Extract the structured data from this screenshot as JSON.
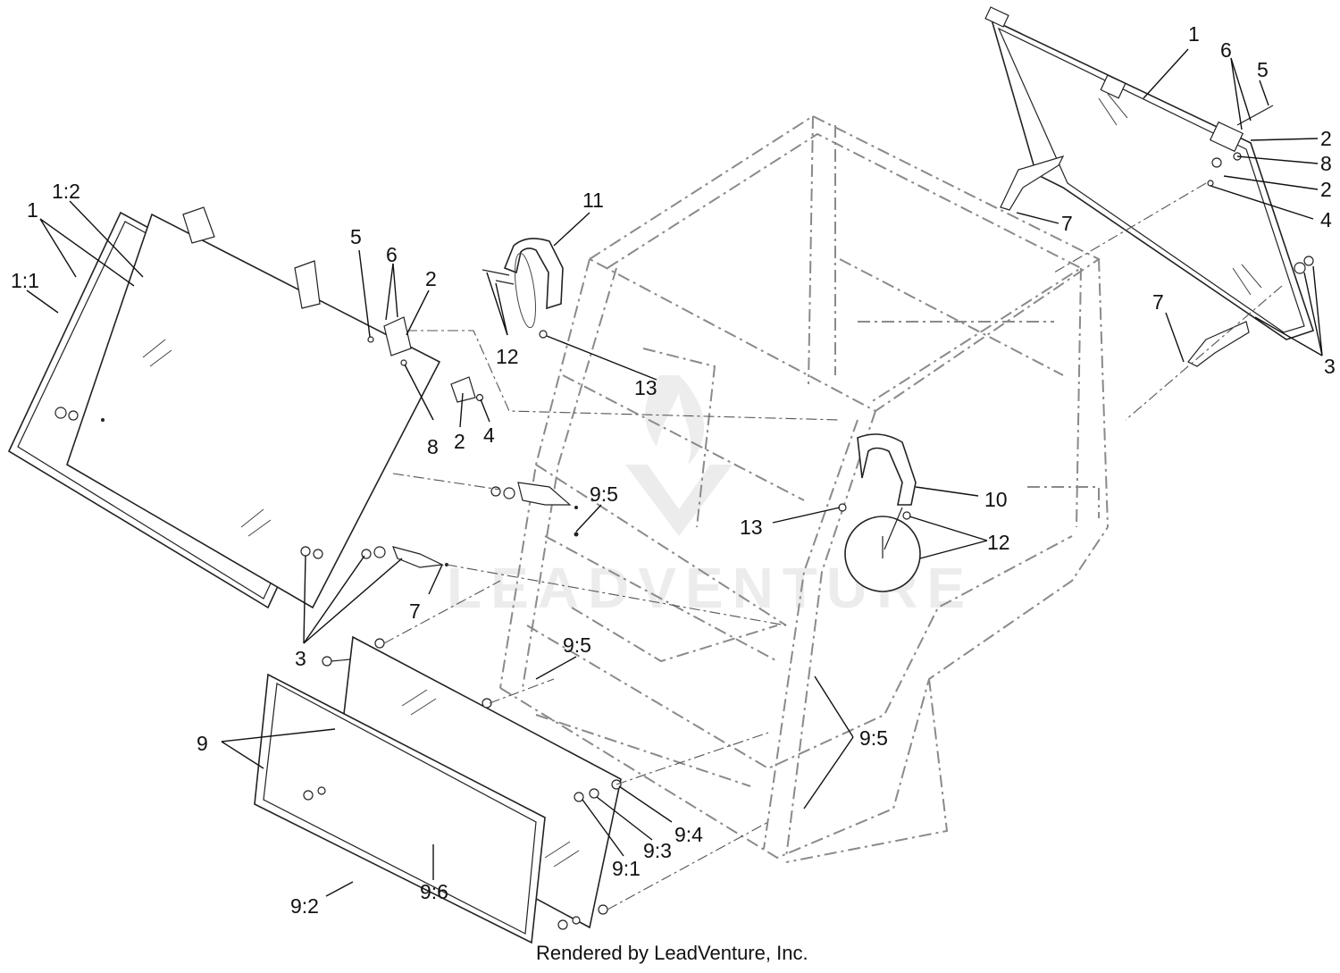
{
  "footer": {
    "rendered_by": "Rendered by LeadVenture, Inc."
  },
  "watermark": {
    "text": "LEADVENTURE"
  },
  "callouts": [
    {
      "id": "rear-window-1",
      "text": "1"
    },
    {
      "id": "rear-window-6",
      "text": "6"
    },
    {
      "id": "rear-window-5",
      "text": "5"
    },
    {
      "id": "rear-window-2a",
      "text": "2"
    },
    {
      "id": "rear-window-8",
      "text": "8"
    },
    {
      "id": "rear-window-2b",
      "text": "2"
    },
    {
      "id": "rear-window-4",
      "text": "4"
    },
    {
      "id": "rear-window-7a",
      "text": "7"
    },
    {
      "id": "rear-window-7b",
      "text": "7"
    },
    {
      "id": "rear-window-3",
      "text": "3"
    },
    {
      "id": "front-window-1",
      "text": "1"
    },
    {
      "id": "front-window-1-2",
      "text": "1:2"
    },
    {
      "id": "front-window-1-1",
      "text": "1:1"
    },
    {
      "id": "front-window-5",
      "text": "5"
    },
    {
      "id": "front-window-6",
      "text": "6"
    },
    {
      "id": "front-window-2a",
      "text": "2"
    },
    {
      "id": "front-window-8",
      "text": "8"
    },
    {
      "id": "front-window-2b",
      "text": "2"
    },
    {
      "id": "front-window-4",
      "text": "4"
    },
    {
      "id": "handle-11",
      "text": "11"
    },
    {
      "id": "handle-12a",
      "text": "12"
    },
    {
      "id": "nut-13a",
      "text": "13"
    },
    {
      "id": "bolt-9-5a",
      "text": "9:5"
    },
    {
      "id": "front-window-7",
      "text": "7"
    },
    {
      "id": "front-window-3",
      "text": "3"
    },
    {
      "id": "bolt-9-5b",
      "text": "9:5"
    },
    {
      "id": "mirror-10",
      "text": "10"
    },
    {
      "id": "nut-13b",
      "text": "13"
    },
    {
      "id": "mirror-12b",
      "text": "12"
    },
    {
      "id": "bolt-9-5c",
      "text": "9:5"
    },
    {
      "id": "lower-window-9",
      "text": "9"
    },
    {
      "id": "lower-window-9-4",
      "text": "9:4"
    },
    {
      "id": "lower-window-9-3",
      "text": "9:3"
    },
    {
      "id": "lower-window-9-1",
      "text": "9:1"
    },
    {
      "id": "lower-window-9-6",
      "text": "9:6"
    },
    {
      "id": "lower-window-9-2",
      "text": "9:2"
    }
  ]
}
